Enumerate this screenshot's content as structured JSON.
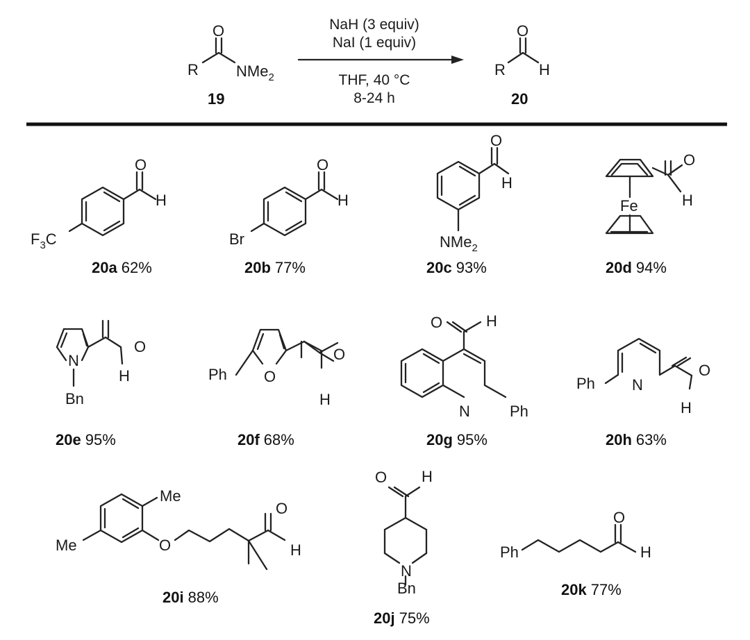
{
  "scheme": {
    "reactant": {
      "r": "R",
      "o": "O",
      "nme2": "NMe",
      "nme2_sub": "2",
      "label": "19"
    },
    "product": {
      "r": "R",
      "o": "O",
      "h": "H",
      "label": "20"
    },
    "conditions": {
      "above": [
        "NaH (3 equiv)",
        "NaI (1 equiv)"
      ],
      "below": [
        "THF, 40 °C",
        "8-24 h"
      ]
    }
  },
  "compounds": [
    {
      "id": "20a",
      "yield": "62%",
      "atoms": {
        "o": "O",
        "h": "H",
        "f3c_a": "F",
        "f3c_sub": "3",
        "f3c_b": "C"
      }
    },
    {
      "id": "20b",
      "yield": "77%",
      "atoms": {
        "o": "O",
        "h": "H",
        "br": "Br"
      }
    },
    {
      "id": "20c",
      "yield": "93%",
      "atoms": {
        "o": "O",
        "h": "H",
        "nme2": "NMe",
        "nme2_sub": "2"
      }
    },
    {
      "id": "20d",
      "yield": "94%",
      "atoms": {
        "o": "O",
        "h": "H",
        "fe": "Fe"
      }
    },
    {
      "id": "20e",
      "yield": "95%",
      "atoms": {
        "o": "O",
        "h": "H",
        "n": "N",
        "bn": "Bn"
      }
    },
    {
      "id": "20f",
      "yield": "68%",
      "atoms": {
        "o": "O",
        "h": "H",
        "ring_o": "O",
        "ph": "Ph"
      }
    },
    {
      "id": "20g",
      "yield": "95%",
      "atoms": {
        "o": "O",
        "h": "H",
        "n": "N",
        "ph": "Ph"
      }
    },
    {
      "id": "20h",
      "yield": "63%",
      "atoms": {
        "o": "O",
        "h": "H",
        "n": "N",
        "ph": "Ph"
      }
    },
    {
      "id": "20i",
      "yield": "88%",
      "atoms": {
        "o": "O",
        "h": "H",
        "ether_o": "O",
        "me1": "Me",
        "me2": "Me"
      }
    },
    {
      "id": "20j",
      "yield": "75%",
      "atoms": {
        "o": "O",
        "h": "H",
        "n": "N",
        "bn": "Bn"
      }
    },
    {
      "id": "20k",
      "yield": "77%",
      "atoms": {
        "o": "O",
        "h": "H",
        "ph": "Ph"
      }
    }
  ]
}
